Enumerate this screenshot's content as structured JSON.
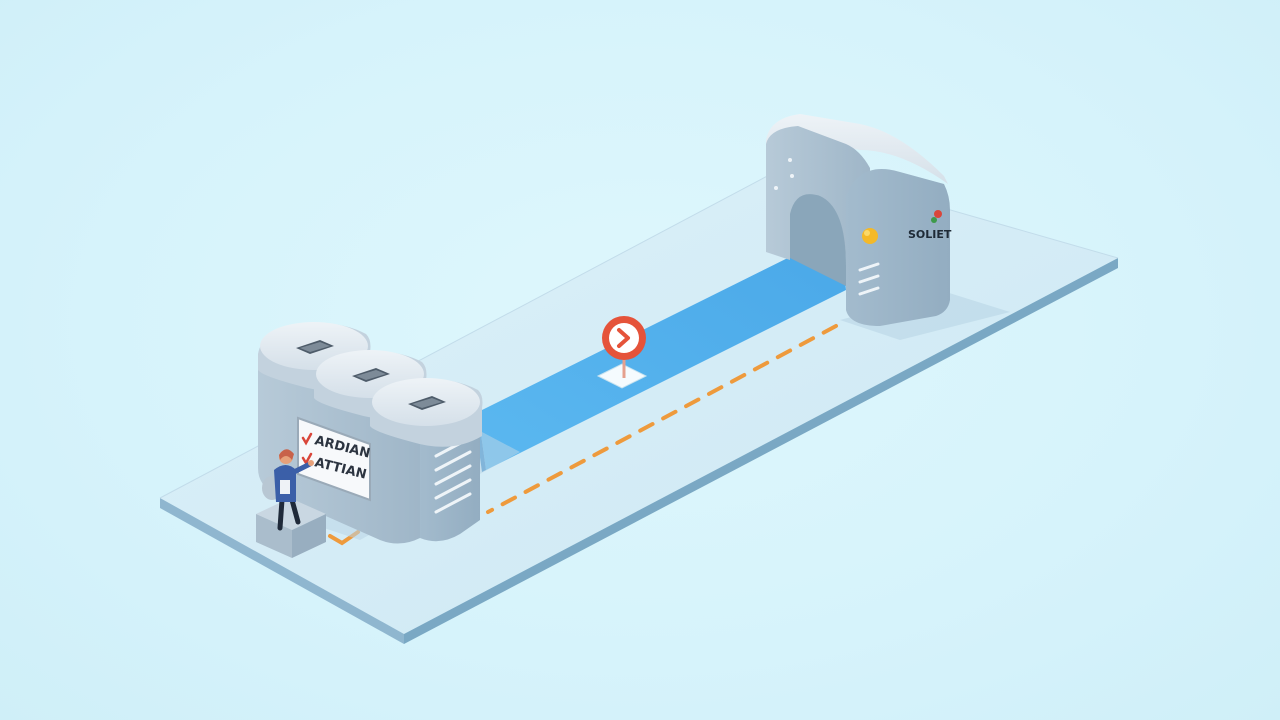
{
  "sign": {
    "line1": "ARDIAN",
    "line2": "ATTIAN"
  },
  "gateway_logo": {
    "text": "SOLIET"
  },
  "colors": {
    "background": "#d8f4fb",
    "platform_top": "#d3ecf6",
    "platform_edge": "#7aa8c4",
    "beam": "#56b3ee",
    "dashed_path": "#ee9a3c",
    "machine_body": "#a9bfd0",
    "indicator_light": "#f4b928",
    "marker": "#e5533a",
    "person_shirt": "#3b5fa8"
  },
  "icons": {
    "marker": "chevron-right-icon",
    "checkmarks": "check-icon"
  }
}
